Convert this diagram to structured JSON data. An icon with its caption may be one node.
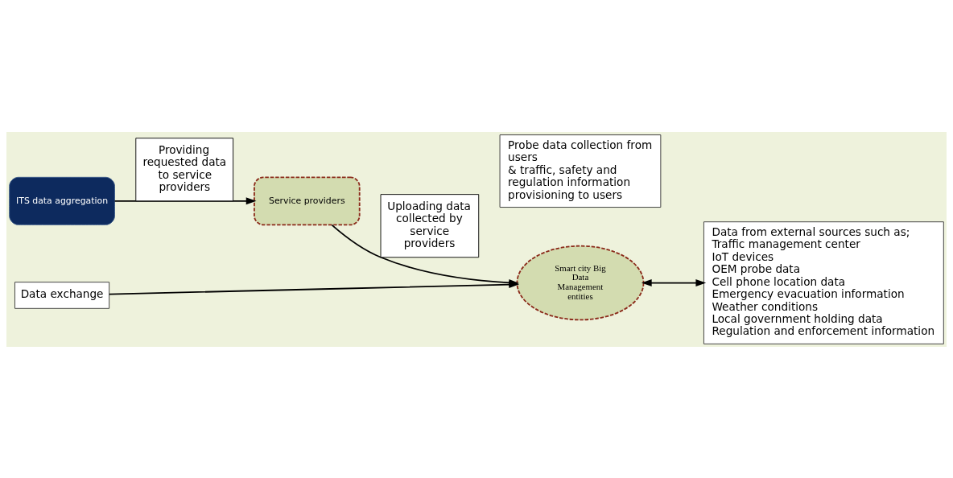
{
  "diagram": {
    "nodes": [
      {
        "text": [
          "Smart city Big Data Management entities"
        ]
      },
      {
        "text": [
          "ITS data aggregation"
        ]
      },
      {
        "text": [
          "Service providers"
        ]
      },
      {
        "text": [
          "Data from external sources such as;",
          "Traffic management center",
          "IoT devices",
          "OEM probe data",
          "Cell phone location data",
          "Emergency evacuation information",
          "Weather conditions",
          "Local government holding data",
          "Regulation and enforcement information"
        ]
      },
      {
        "text": [
          "Data exchange"
        ]
      },
      {
        "text": [
          "Probe data collection from users",
          "& traffic, safety and regulation information provisioning to users"
        ]
      }
    ],
    "edges": [
      {
        "from": 4,
        "to": 0,
        "arrow": "to"
      },
      {
        "from": 0,
        "to": 3,
        "arrow": "both"
      },
      {
        "from": 1,
        "to": 2,
        "arrow": "to",
        "label": "Providing requested data to service providers"
      },
      {
        "from": 2,
        "to": 0,
        "arrow": "to",
        "label": "Uploading data collected by service providers"
      }
    ]
  }
}
